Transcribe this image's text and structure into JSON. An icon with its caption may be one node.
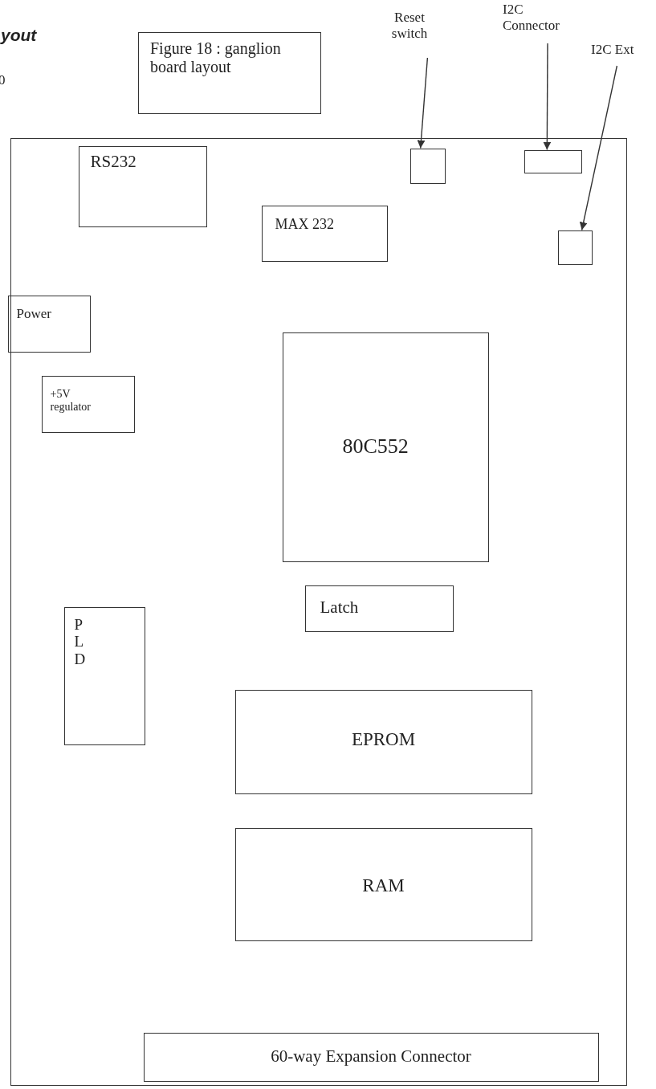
{
  "diagram": {
    "nodes": [
      {
        "text": [
          "Figure 18 : ganglion board layout"
        ]
      },
      {
        "text": [
          "Reset switch"
        ]
      },
      {
        "text": [
          "I2C Connector"
        ]
      },
      {
        "text": [
          "I2C Ext"
        ]
      },
      {
        "text": [],
        "shape": "box"
      },
      {
        "text": [
          "RS232"
        ],
        "in": 4
      },
      {
        "text": [],
        "shape": "box",
        "in": 4
      },
      {
        "text": [],
        "shape": "box",
        "in": 4
      },
      {
        "text": [
          "MAX 232"
        ],
        "in": 4
      },
      {
        "text": [],
        "shape": "box",
        "in": 4
      },
      {
        "text": [
          "Power"
        ],
        "in": 4
      },
      {
        "text": [
          "+5V regulator"
        ],
        "in": 4
      },
      {
        "text": [
          "80C552"
        ],
        "in": 4
      },
      {
        "text": [
          "Latch"
        ],
        "in": 4
      },
      {
        "text": [
          "P L D"
        ],
        "in": 4
      },
      {
        "text": [
          "EPROM"
        ],
        "in": 4
      },
      {
        "text": [
          "RAM"
        ],
        "in": 4
      },
      {
        "text": [
          "60-way Expansion Connector"
        ],
        "in": 4
      }
    ],
    "edges": [
      {
        "from": 1,
        "to": 6,
        "arrow": "to"
      },
      {
        "from": 2,
        "to": 7,
        "arrow": "to"
      },
      {
        "from": 3,
        "to": 9,
        "arrow": "to"
      }
    ],
    "labels": [
      "yout",
      "0"
    ]
  }
}
